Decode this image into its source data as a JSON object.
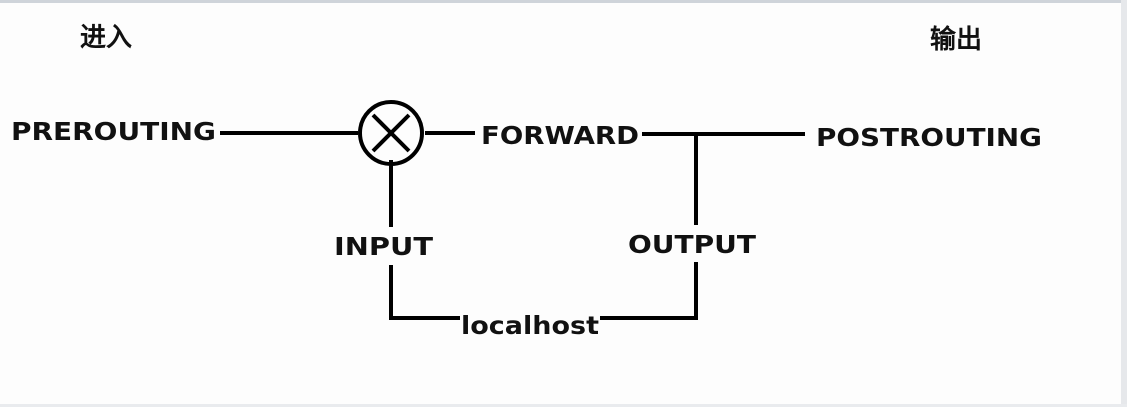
{
  "diagram": {
    "labels": {
      "enter": "进入",
      "exit": "输出",
      "prerouting": "PREROUTING",
      "forward": "FORWARD",
      "postrouting": "POSTROUTING",
      "input": "INPUT",
      "output": "OUTPUT",
      "localhost": "localhost"
    },
    "icons": {
      "router": "routing-decision-icon"
    },
    "colors": {
      "stroke": "#000000",
      "text": "#111111",
      "background": "#fdfdfd"
    }
  }
}
